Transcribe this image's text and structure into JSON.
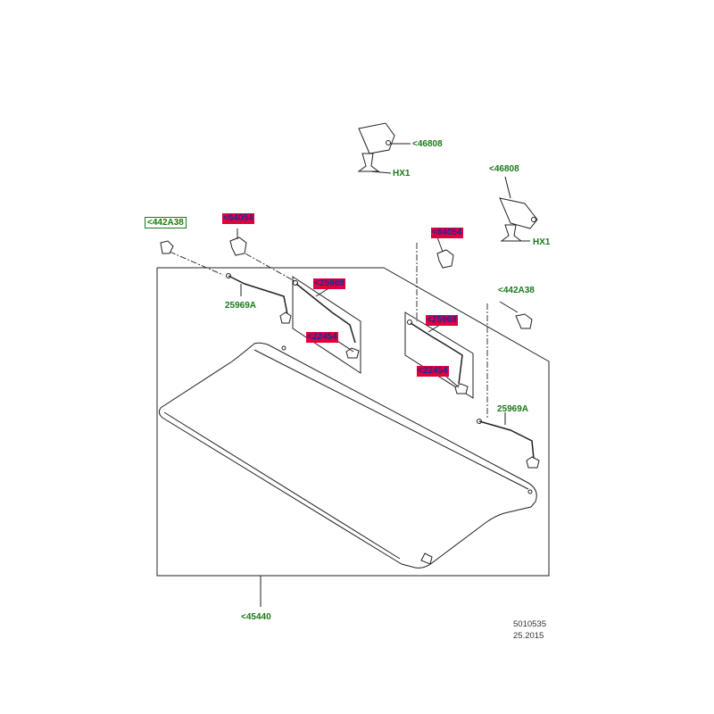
{
  "colors": {
    "green": "#1a7a1a",
    "red": "#e0003c",
    "blue": "#1a2a9a",
    "line": "#222222"
  },
  "labels": {
    "c46808_top": "<46808",
    "hx1_top": "HX1",
    "c46808_right": "<46808",
    "hx1_right": "HX1",
    "c442a38_left": "<442A38",
    "c64054_left": "<64054",
    "c64054_right": "<64054",
    "c442a38_right": "<442A38",
    "c25969a_left": "25969A",
    "c25968_left": "<25968",
    "c22454_left": "<22454",
    "c25968_right": "<25968",
    "c22454_right": "<22454",
    "c25969a_right": "25969A",
    "c45440": "<45440",
    "ref_number": "5010535",
    "ref_date": "25.2015"
  }
}
